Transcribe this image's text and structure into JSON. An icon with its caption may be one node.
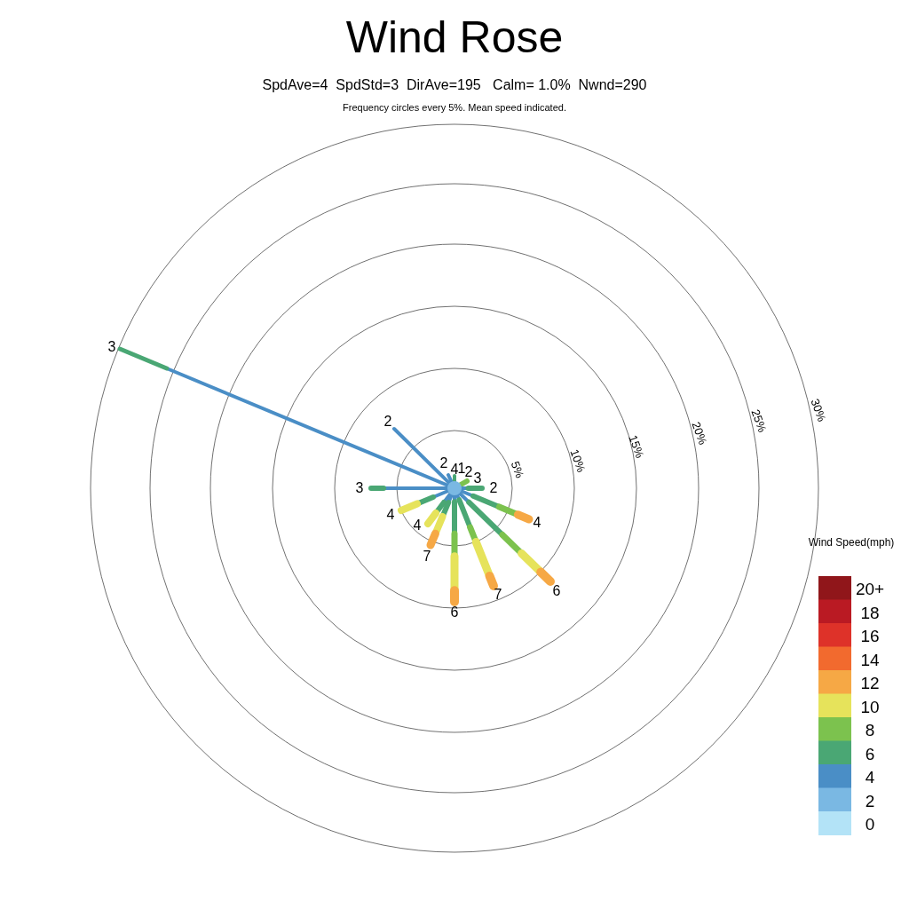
{
  "diagram": {
    "title": "Wind Rose",
    "labels": [
      "SpdAve=4  SpdStd=3  DirAve=195   Calm= 1.0%  Nwnd=290",
      "Frequency circles every 5%. Mean speed indicated.",
      "5%",
      "10%",
      "15%",
      "20%",
      "25%",
      "30%",
      "3",
      "2",
      "2",
      "4",
      "1",
      "2",
      "3",
      "3",
      "2",
      "4",
      "4",
      "4",
      "7",
      "7",
      "6",
      "6",
      "Wind Speed(mph)"
    ],
    "legend": [
      {
        "text": "20+",
        "color": "#90161a"
      },
      {
        "text": "18",
        "color": "#ba1a23"
      },
      {
        "text": "16",
        "color": "#de3229"
      },
      {
        "text": "14",
        "color": "#f26a2e"
      },
      {
        "text": "12",
        "color": "#f6a845"
      },
      {
        "text": "10",
        "color": "#e6e35b"
      },
      {
        "text": "8",
        "color": "#7cc24e"
      },
      {
        "text": "6",
        "color": "#4aa774"
      },
      {
        "text": "4",
        "color": "#4a8ec6"
      },
      {
        "text": "2",
        "color": "#7ab8e3"
      },
      {
        "text": "0",
        "color": "#b3e3f7"
      }
    ]
  }
}
